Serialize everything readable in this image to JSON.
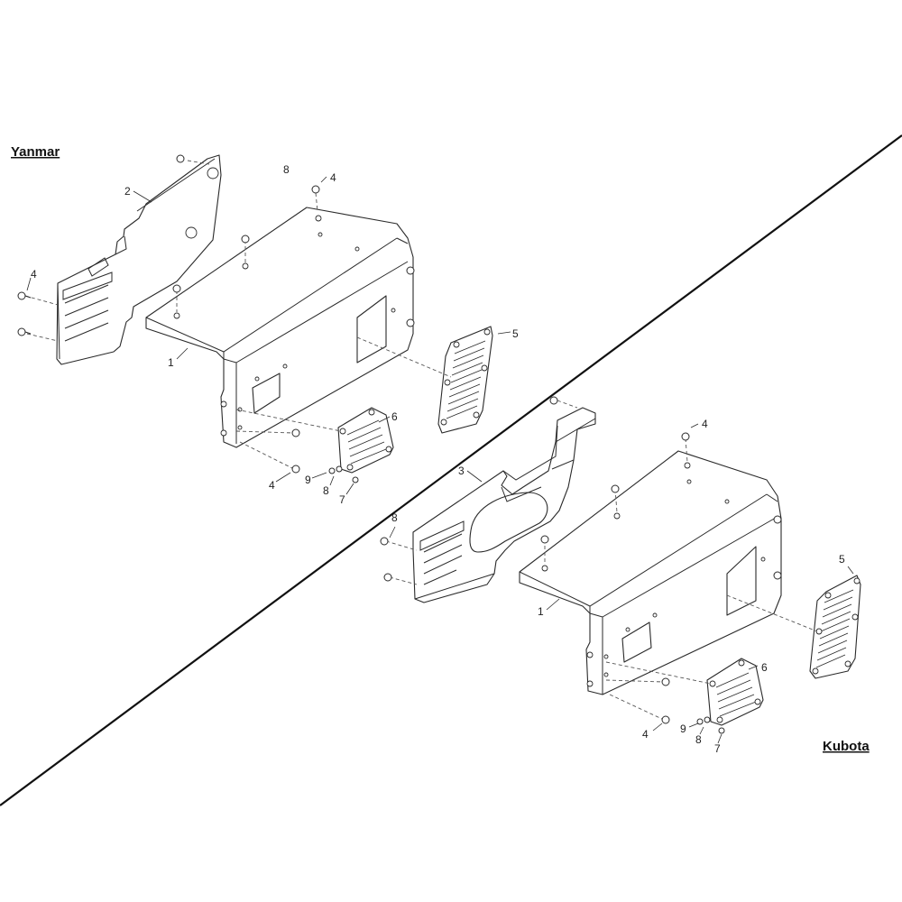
{
  "sections": [
    {
      "title": "Yanmar",
      "callouts": [
        "2",
        "8",
        "4",
        "4",
        "1",
        "5",
        "6",
        "9",
        "8",
        "7",
        "4"
      ]
    },
    {
      "title": "Kubota",
      "callouts": [
        "4",
        "3",
        "8",
        "1",
        "5",
        "6",
        "9",
        "8",
        "7",
        "4"
      ]
    }
  ],
  "colors": {
    "line": "#2a2a2a",
    "background": "#ffffff",
    "divider": "#111111"
  }
}
